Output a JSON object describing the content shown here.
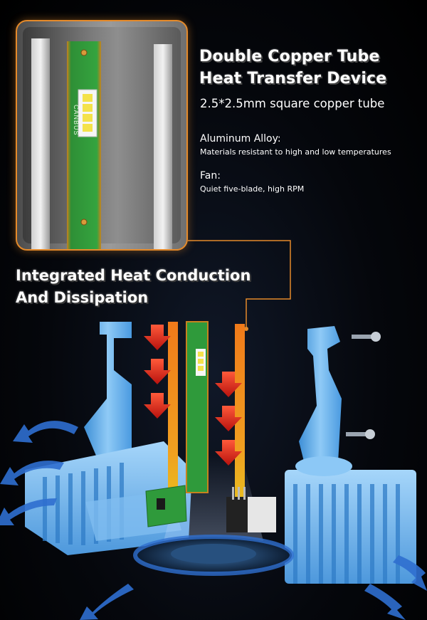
{
  "feature": {
    "title_lines": [
      "Double Copper Tube",
      "Heat Transfer Device"
    ],
    "subtitle": "2.5*2.5mm square copper tube",
    "items": [
      {
        "heading": "Aluminum Alloy:",
        "detail": "Materials resistant to high and low temperatures"
      },
      {
        "heading": "Fan:",
        "detail": "Quiet five-blade, high RPM"
      }
    ]
  },
  "headline_lines": [
    "Integrated Heat Conduction",
    "And Dissipation"
  ],
  "board_label": "CANBUS",
  "colors": {
    "accent_orange": "#e58a2a",
    "heatsink_blue": "#6fb6f0",
    "pcb_green": "#2f9a3b",
    "heat_arrow_red": "#d8241c",
    "airflow_blue": "#2f6fd0",
    "led_yellow": "#f4e24a"
  },
  "icons": [
    "down-arrow-icon",
    "airflow-arrow-icon",
    "screw-icon"
  ]
}
